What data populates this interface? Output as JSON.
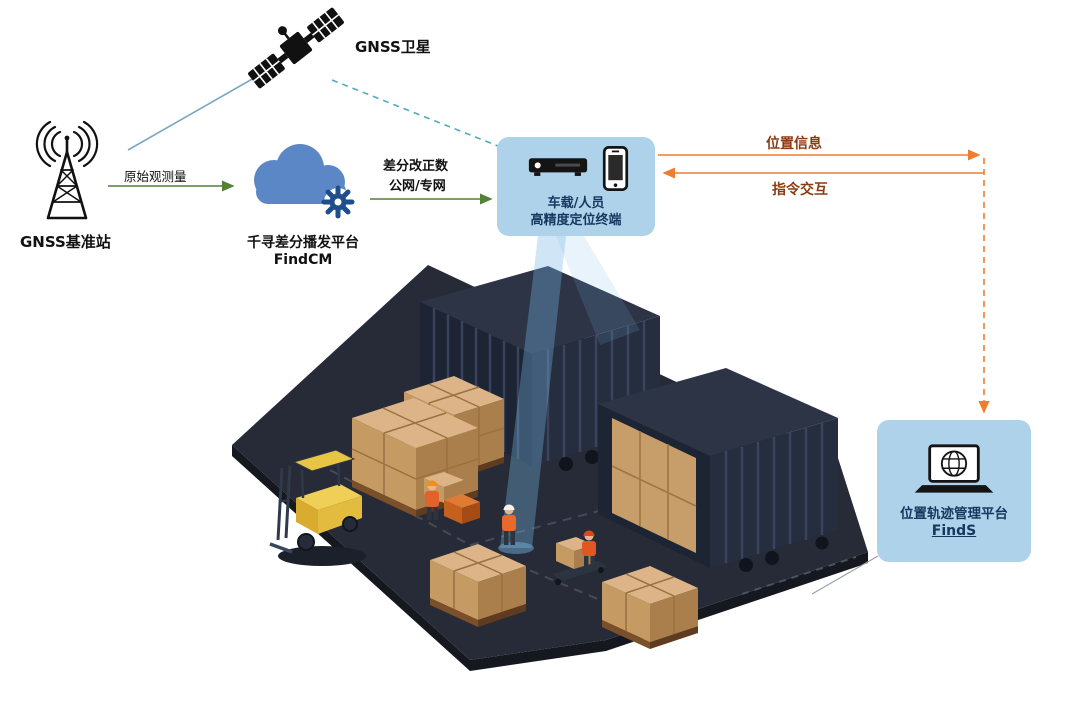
{
  "colors": {
    "node_box_fill": "#aed2ea",
    "navy_text": "#17375e",
    "green_arrow": "#538135",
    "orange_flow": "#ed7d31",
    "teal_link": "#52a8c0",
    "flow_label_text": "#8c3a10",
    "cloud_blue": "#5b87c6",
    "gear_navy": "#1e4e8c",
    "container_navy": "#252d3f",
    "platform_dark": "#262b37"
  },
  "nodes": {
    "satellite": {
      "label": "GNSS卫星",
      "icon": "satellite-icon"
    },
    "base_station": {
      "label": "GNSS基准站",
      "icon": "antenna-tower-icon"
    },
    "cloud_platform": {
      "name": "千寻差分播发平台",
      "product": "FindCM",
      "icon": "cloud-gear-icon"
    },
    "terminal": {
      "line1": "车载/人员",
      "line2": "高精度定位终端",
      "icons": [
        "receiver-icon",
        "smartphone-icon"
      ]
    },
    "management_platform": {
      "name": "位置轨迹管理平台",
      "product": "FindS",
      "icon": "laptop-globe-icon"
    }
  },
  "links": {
    "observation": {
      "label": "原始观测量"
    },
    "correction": {
      "label_line1": "差分改正数",
      "label_line2": "公网/专网"
    },
    "position_info": {
      "label": "位置信息"
    },
    "command": {
      "label": "指令交互"
    }
  },
  "illustration": {
    "name": "container-yard-illustration"
  }
}
